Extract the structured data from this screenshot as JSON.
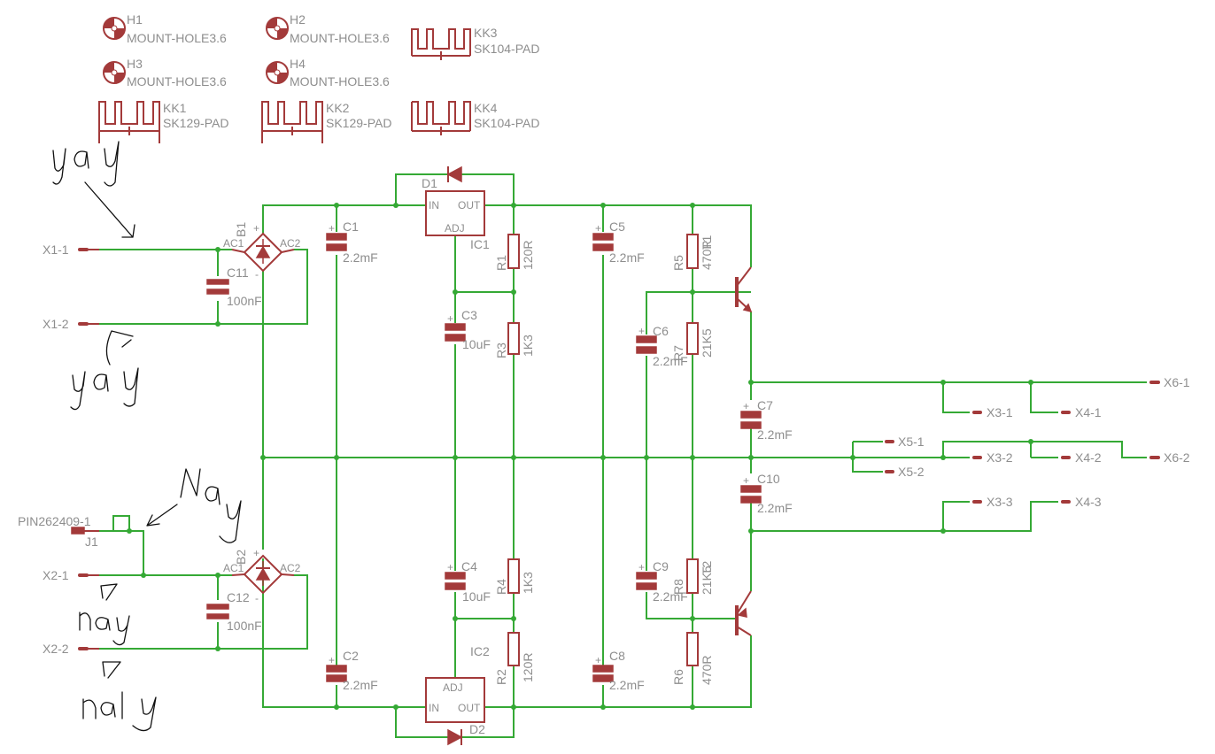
{
  "colors": {
    "wire": "#35a935",
    "part": "#a33a3a",
    "text": "#8e8e8e",
    "ink": "#111111"
  },
  "mount_holes": [
    {
      "ref": "H1",
      "value": "MOUNT-HOLE3.6"
    },
    {
      "ref": "H2",
      "value": "MOUNT-HOLE3.6"
    },
    {
      "ref": "H3",
      "value": "MOUNT-HOLE3.6"
    },
    {
      "ref": "H4",
      "value": "MOUNT-HOLE3.6"
    }
  ],
  "heatsinks": [
    {
      "ref": "KK3",
      "value": "SK104-PAD"
    },
    {
      "ref": "KK1",
      "value": "SK129-PAD"
    },
    {
      "ref": "KK2",
      "value": "SK129-PAD"
    },
    {
      "ref": "KK4",
      "value": "SK104-PAD"
    }
  ],
  "bridges": [
    {
      "ref": "B1",
      "ac1": "AC1",
      "ac2": "AC2",
      "plus": "+",
      "minus": "-"
    },
    {
      "ref": "B2",
      "ac1": "AC1",
      "ac2": "AC2",
      "plus": "+",
      "minus": "-"
    }
  ],
  "regulators": [
    {
      "ref": "IC1",
      "in": "IN",
      "out": "OUT",
      "adj": "ADJ"
    },
    {
      "ref": "IC2",
      "in": "IN",
      "out": "OUT",
      "adj": "ADJ"
    }
  ],
  "diodes": [
    {
      "ref": "D1"
    },
    {
      "ref": "D2"
    }
  ],
  "capacitors": [
    {
      "ref": "C1",
      "value": "2.2mF"
    },
    {
      "ref": "C2",
      "value": "2.2mF"
    },
    {
      "ref": "C3",
      "value": "10uF"
    },
    {
      "ref": "C4",
      "value": "10uF"
    },
    {
      "ref": "C5",
      "value": "2.2mF"
    },
    {
      "ref": "C6",
      "value": "2.2mF"
    },
    {
      "ref": "C7",
      "value": "2.2mF"
    },
    {
      "ref": "C8",
      "value": "2.2mF"
    },
    {
      "ref": "C9",
      "value": "2.2mF"
    },
    {
      "ref": "C10",
      "value": "2.2mF"
    },
    {
      "ref": "C11",
      "value": "100nF"
    },
    {
      "ref": "C12",
      "value": "100nF"
    }
  ],
  "resistors": [
    {
      "ref": "R1",
      "value": "120R"
    },
    {
      "ref": "R2",
      "value": "120R"
    },
    {
      "ref": "R3",
      "value": "1K3"
    },
    {
      "ref": "R4",
      "value": "1K3"
    },
    {
      "ref": "R5",
      "value": "470R"
    },
    {
      "ref": "R6",
      "value": "470R"
    },
    {
      "ref": "R7",
      "value": "21K5"
    },
    {
      "ref": "R8",
      "value": "21K5"
    }
  ],
  "transistors": [
    {
      "ref": "T1"
    },
    {
      "ref": "T2"
    }
  ],
  "connectors": {
    "x1_1": "X1-1",
    "x1_2": "X1-2",
    "x2_1": "X2-1",
    "x2_2": "X2-2",
    "x3_1": "X3-1",
    "x3_2": "X3-2",
    "x3_3": "X3-3",
    "x4_1": "X4-1",
    "x4_2": "X4-2",
    "x4_3": "X4-3",
    "x5_1": "X5-1",
    "x5_2": "X5-2",
    "x6_1": "X6-1",
    "x6_2": "X6-2",
    "j1_ref": "J1",
    "j1_value": "PIN262409-1"
  },
  "annotations": [
    "yay",
    "yay",
    "Nay",
    "nay",
    "nay"
  ]
}
